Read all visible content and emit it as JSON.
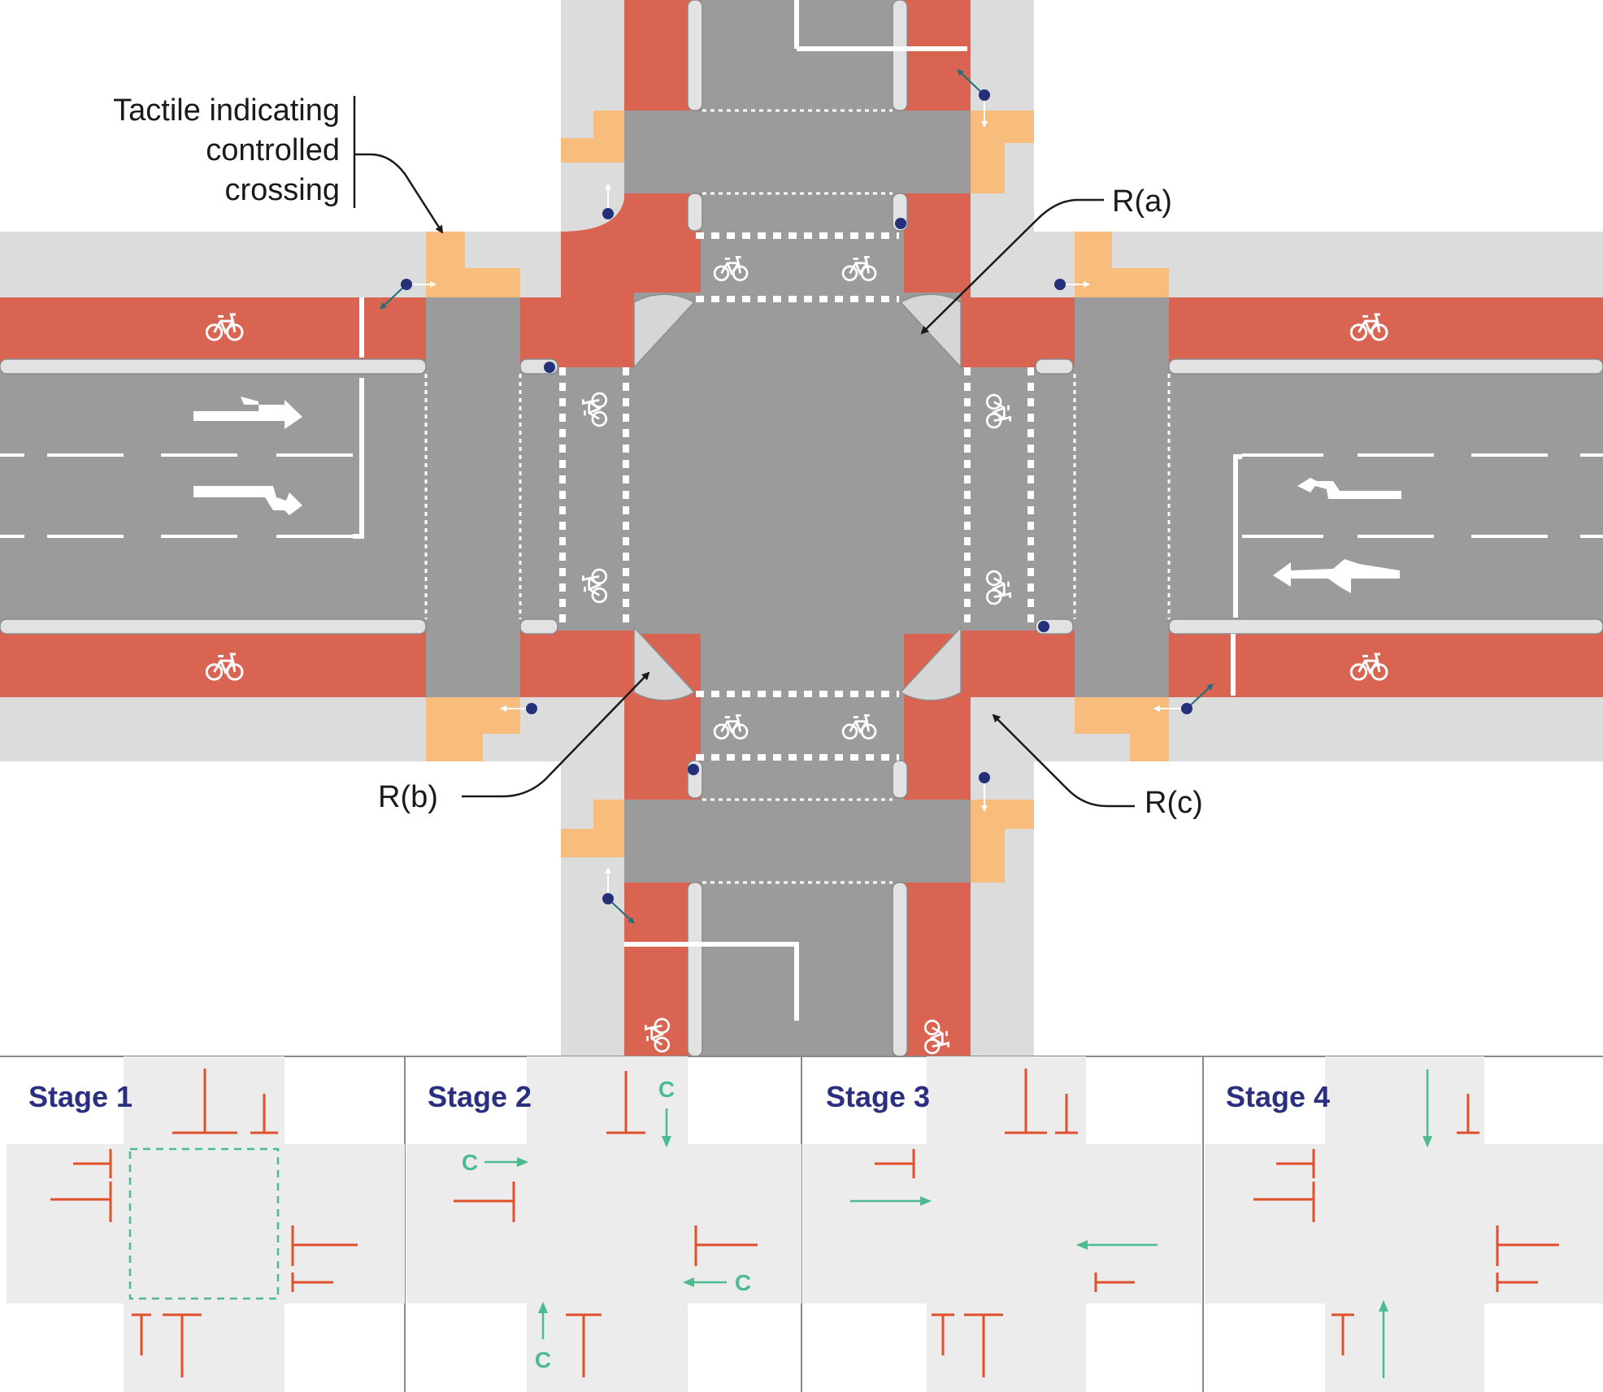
{
  "labels": {
    "tactile_line1": "Tactile indicating",
    "tactile_line2": "controlled",
    "tactile_line3": "crossing",
    "ra": "R(a)",
    "rb": "R(b)",
    "rc": "R(c)"
  },
  "stages": [
    {
      "title": "Stage 1"
    },
    {
      "title": "Stage 2"
    },
    {
      "title": "Stage 3"
    },
    {
      "title": "Stage 4"
    }
  ],
  "controlled_marker": "C",
  "colors": {
    "footway": "#dcdcdc",
    "carriageway": "#9b9b9b",
    "cycle_track": "#d96452",
    "tactile": "#f8bd7c",
    "signal_head": "#25307a",
    "go_arrow": "#4dbb90",
    "stop_bar": "#e0502b",
    "stage_title": "#2b2f7f",
    "stage_bg": "#ececec"
  },
  "icons": [
    "bicycle-icon",
    "turn-arrow-icon",
    "signal-head-icon",
    "stop-bar-icon",
    "go-arrow-icon"
  ]
}
